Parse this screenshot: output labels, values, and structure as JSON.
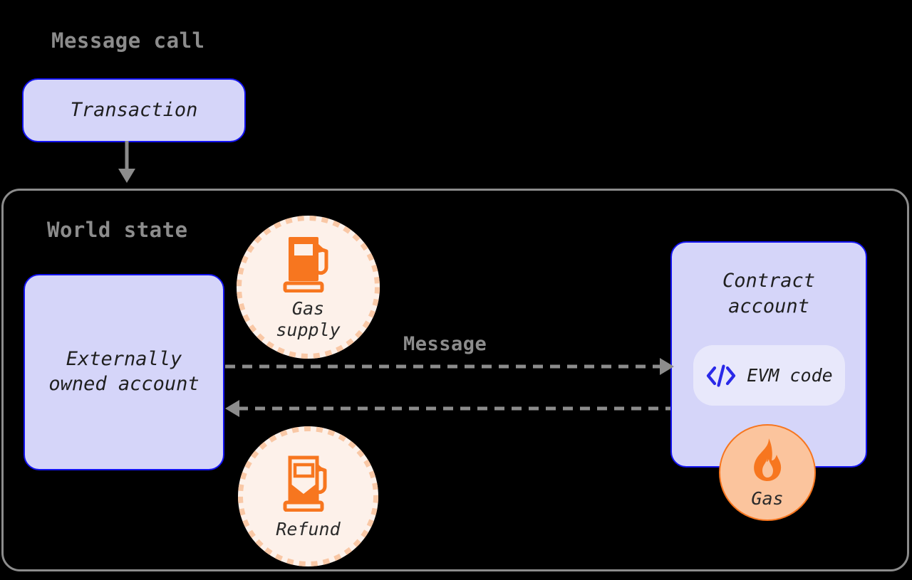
{
  "diagram": {
    "title": "Message call",
    "section_title": "World state",
    "background_color": "#000000",
    "node_fill": "#D5D5F9",
    "node_border": "#1313F0",
    "accent_orange": "#F7761F",
    "arrow_color": "#8c8c8c",
    "container_border": "#8c8c8c"
  },
  "nodes": {
    "transaction": {
      "label": "Transaction"
    },
    "eoa": {
      "label": "Externally\nowned account",
      "line1": "Externally",
      "line2": "owned account"
    },
    "contract": {
      "line1": "Contract",
      "line2": "account",
      "evm_chip": {
        "label": "EVM code",
        "icon": "code-icon"
      }
    }
  },
  "badges": {
    "gas_supply": {
      "label": "Gas\nsupply",
      "icon": "gas-pump-full-icon",
      "fill": "#FDF1EA",
      "dash_color": "#F9C8A6"
    },
    "refund": {
      "label": "Refund",
      "icon": "gas-pump-half-icon",
      "fill": "#FDF1EA",
      "dash_color": "#F9C8A6"
    },
    "gas": {
      "label": "Gas",
      "icon": "flame-icon",
      "fill": "#FBC49D",
      "border": "#F7761F"
    }
  },
  "connectors": {
    "transaction_to_world_state": {
      "style": "solid",
      "direction": "down",
      "label": ""
    },
    "message": {
      "label": "Message",
      "style": "dashed",
      "direction": "right"
    },
    "return": {
      "label": "",
      "style": "dashed",
      "direction": "left"
    }
  }
}
